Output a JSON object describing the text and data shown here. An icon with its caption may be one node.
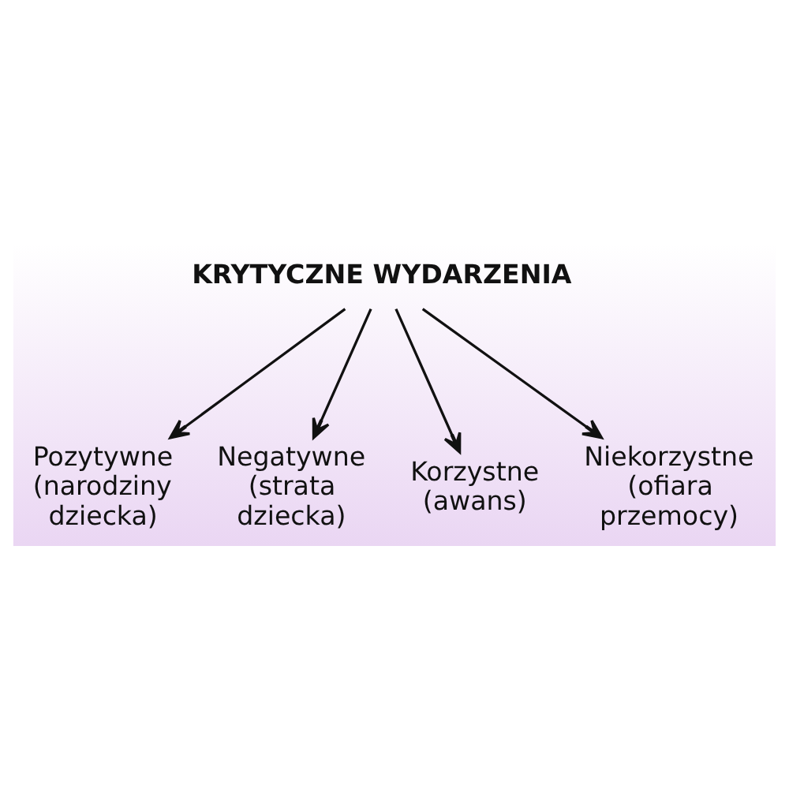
{
  "diagram": {
    "nodes": [
      {
        "text": [
          "KRYTYCZNE WYDARZENIA"
        ]
      },
      {
        "text": [
          "Pozytywne (narodziny dziecka)"
        ]
      },
      {
        "text": [
          "Negatywne (strata dziecka)"
        ]
      },
      {
        "text": [
          "Korzystne (awans)"
        ]
      },
      {
        "text": [
          "Niekorzystne (ofiara przemocy)"
        ]
      }
    ],
    "edges": [
      {
        "from": 0,
        "to": 1,
        "arrow": "to"
      },
      {
        "from": 0,
        "to": 2,
        "arrow": "to"
      },
      {
        "from": 0,
        "to": 3,
        "arrow": "to"
      },
      {
        "from": 0,
        "to": 4,
        "arrow": "to"
      }
    ]
  }
}
